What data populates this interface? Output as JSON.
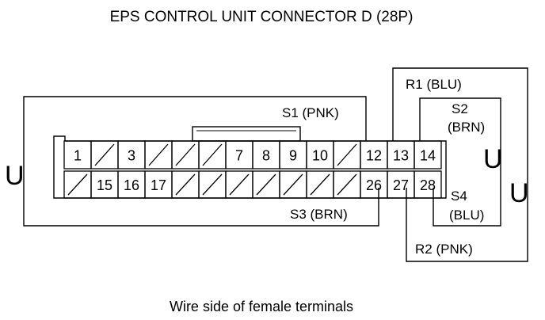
{
  "title": "EPS CONTROL UNIT CONNECTOR D (28P)",
  "caption": "Wire side of female terminals",
  "top_row": [
    "1",
    "",
    "3",
    "",
    "",
    "",
    "7",
    "8",
    "9",
    "10",
    "",
    "12",
    "13",
    "14"
  ],
  "bottom_row": [
    "",
    "15",
    "16",
    "17",
    "",
    "",
    "",
    "",
    "",
    "",
    "",
    "26",
    "27",
    "28"
  ],
  "wire_labels": {
    "s1": "S1 (PNK)",
    "r1": "R1 (BLU)",
    "s2_line1": "S2",
    "s2_line2": "(BRN)",
    "s3": "S3 (BRN)",
    "s4_line1": "S4",
    "s4_line2": "(BLU)",
    "r2": "R2 (PNK)"
  },
  "probe_symbol": "U"
}
